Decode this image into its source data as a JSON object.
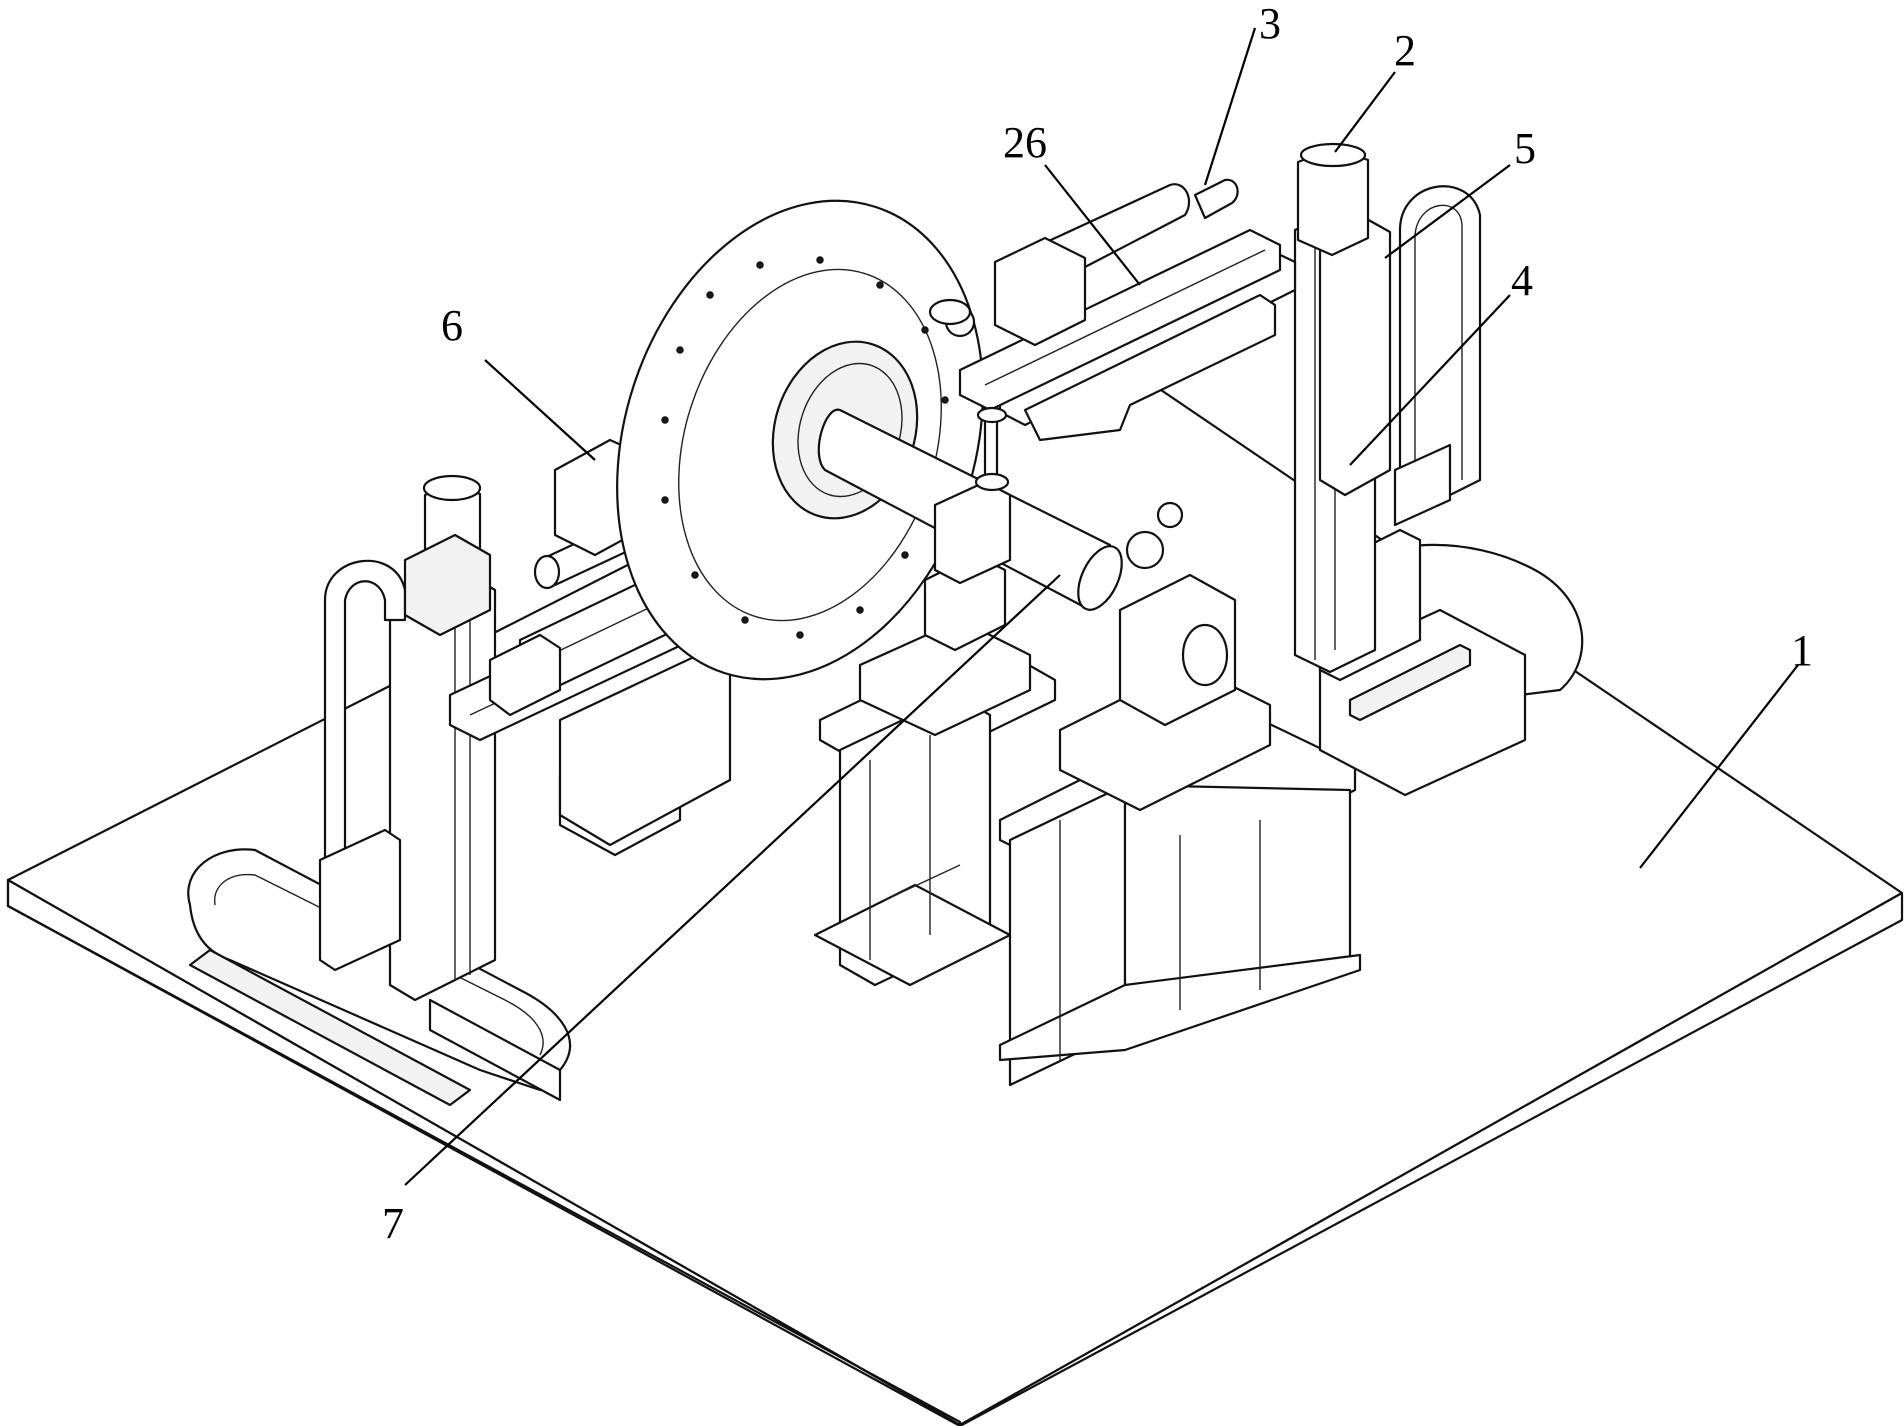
{
  "figure": {
    "callouts": [
      {
        "id": "label-1",
        "text": "1"
      },
      {
        "id": "label-2",
        "text": "2"
      },
      {
        "id": "label-3",
        "text": "3"
      },
      {
        "id": "label-4",
        "text": "4"
      },
      {
        "id": "label-5",
        "text": "5"
      },
      {
        "id": "label-6",
        "text": "6"
      },
      {
        "id": "label-7",
        "text": "7"
      },
      {
        "id": "label-26",
        "text": "26"
      }
    ]
  }
}
